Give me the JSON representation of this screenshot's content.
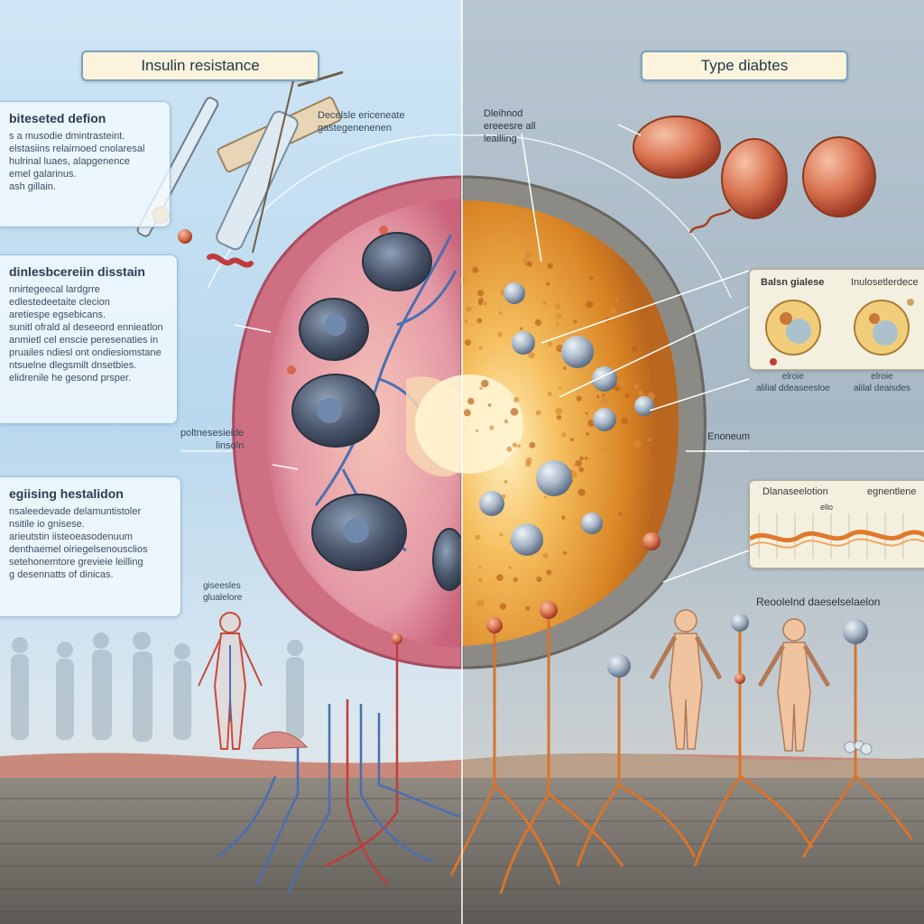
{
  "titles": {
    "left": "Insulin resistance",
    "right": "Type diabtes"
  },
  "left_panels": [
    {
      "heading": "biteseted defion",
      "lines": [
        "s a musodie dmintrasteint.",
        "elstasiins relairnoed cnolaresal",
        "hulrinal luaes, alapgenence",
        "emel galarinus.",
        "ash gillain."
      ]
    },
    {
      "heading": "dinlesbcereiin disstain",
      "lines": [
        "nnirtegeecal lardgrre",
        "edlestedeetaite clecion",
        "aretiespe egsebicans.",
        "sunitl ofrald al deseeord ennieatlon",
        "anmietl cel enscie peresenaties in",
        "pruailes ndiesl ont ondiesiomstane",
        "ntsuelne dlegsmilt dnsetbies.",
        "elidrenile he gesond prsper."
      ]
    },
    {
      "heading": "egiising hestalidon",
      "lines": [
        "nsaleedevade delamuntistoler",
        "nsitile io gnisese.",
        "arieutstin iisteoeasodenuum",
        "denthaemel oiriegelsenousclios",
        "setehonemtore grevieie leilling",
        "g desennatts of dinicas."
      ]
    }
  ],
  "left_callouts": {
    "cell_top": "Decelsle ericeneate\ngastegenenenen",
    "pathway": "poltnesesieide\nlinsoln",
    "glucose": "giseesles\nglualelore"
  },
  "right_callouts": {
    "cell_label": "Dleihnod\nereeesre all\nleallling",
    "membrane": "Enoneum",
    "reduced": "Reoolelnd daeselselaelon"
  },
  "beta_panel": {
    "left_label": "Balsn gialese",
    "right_label": "Inulosetlerdece",
    "left_caption": "elroie\nalilial ddeaseesloe",
    "right_caption": "elroie\nalilal deaisdes"
  },
  "wave_panel": {
    "left_label": "Dlanaseelotion",
    "right_label": "egnentlene",
    "mid_label": "ello"
  },
  "colors": {
    "left_cell": "#d97a8c",
    "right_cell": "#e69b35",
    "nucleus": "#4d5a72",
    "vessel_blue": "#4a6fb0",
    "root_orange": "#d9742b",
    "root_red": "#c23b3b",
    "skin_strip": "#c97f72"
  }
}
